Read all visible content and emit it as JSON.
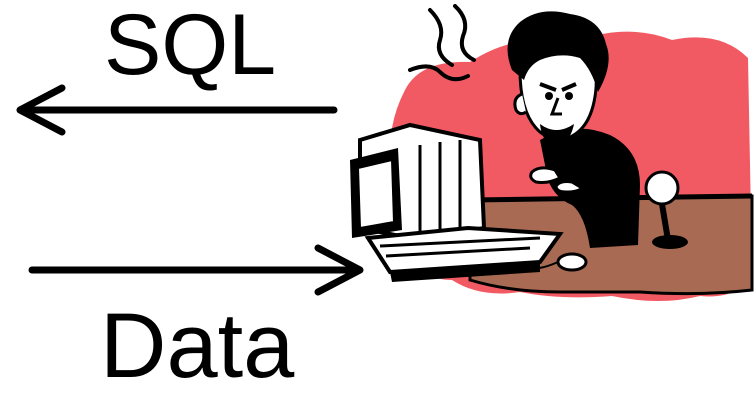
{
  "labels": {
    "top": "SQL",
    "bottom": "Data"
  },
  "icons": {
    "left_arrow": "arrow-left-icon",
    "right_arrow": "arrow-right-icon",
    "illustration": "angry-computer-user-clipart"
  },
  "colors": {
    "background": "#ffffff",
    "ink": "#000000",
    "splash": "#f25a63",
    "desk": "#a86a52",
    "skin": "#ffffff"
  }
}
